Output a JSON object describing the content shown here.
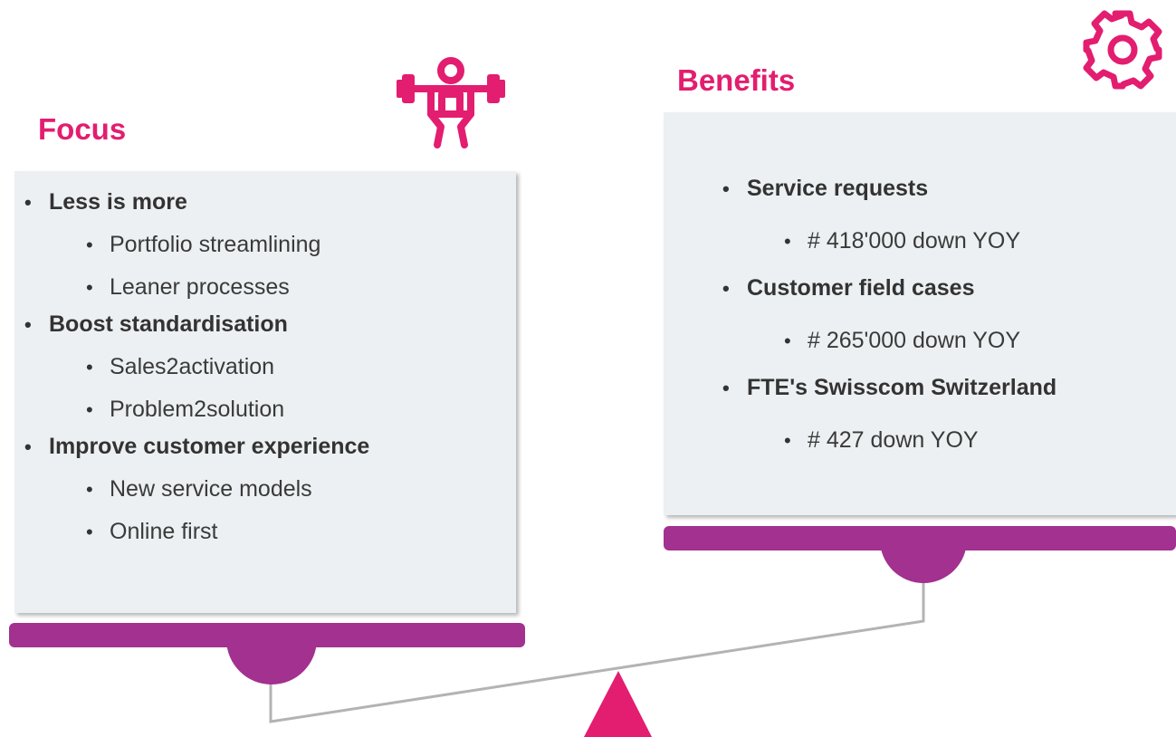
{
  "focus": {
    "title": "Focus",
    "icon": "weightlifter-icon",
    "items": [
      {
        "label": "Less is more",
        "subitems": [
          "Portfolio streamlining",
          "Leaner processes"
        ]
      },
      {
        "label": "Boost standardisation",
        "subitems": [
          "Sales2activation",
          "Problem2solution"
        ]
      },
      {
        "label": "Improve customer experience",
        "subitems": [
          "New service models",
          "Online first"
        ]
      }
    ]
  },
  "benefits": {
    "title": "Benefits",
    "icon": "gear-icon",
    "items": [
      {
        "label": "Service requests",
        "subitems": [
          "# 418'000 down YOY"
        ]
      },
      {
        "label": "Customer field cases",
        "subitems": [
          "# 265'000 down YOY"
        ]
      },
      {
        "label": "FTE's Swisscom Switzerland",
        "subitems": [
          "# 427 down YOY"
        ]
      }
    ]
  },
  "bullet_char": "•",
  "colors": {
    "accent": "#e31d6f",
    "scale_pan": "#a2318f",
    "panel_bg": "#ecf0f2",
    "beam": "#b3b3b3",
    "text": "#333333"
  }
}
